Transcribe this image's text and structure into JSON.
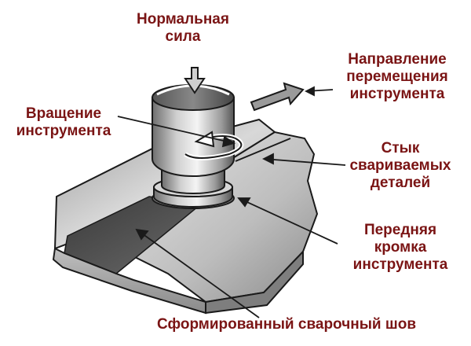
{
  "labels": {
    "normal_force": [
      "Нормальная",
      "сила"
    ],
    "travel_direction": [
      "Направление",
      "перемещения",
      "инструмента"
    ],
    "tool_rotation": [
      "Вращение",
      "инструмента"
    ],
    "weld_joint": [
      "Стык",
      "свариваемых",
      "деталей"
    ],
    "leading_edge": [
      "Передняя",
      "кромка",
      "инструмента"
    ],
    "weld_seam": "Сформированный сварочный шов"
  },
  "colors": {
    "label_text": "#7a1414",
    "outline": "#1a1a1a"
  }
}
